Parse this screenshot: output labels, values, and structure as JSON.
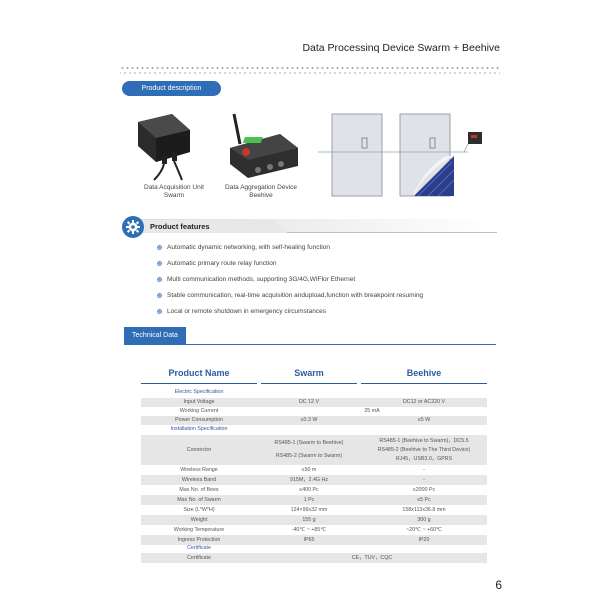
{
  "header": {
    "title": "Data Processinq Device   Swarm + Beehive"
  },
  "description": {
    "label": "Product description",
    "swarm_caption": [
      "Data Acquisition Unit",
      "Swarm"
    ],
    "beehive_caption": [
      "Data Aggregation Device",
      "Beehive"
    ]
  },
  "features": {
    "label": "Product features",
    "items": [
      "Automatic dynamic networking, with self-healing function",
      "Automatic primary route relay function",
      "Multi communication methods, supporting 3G/4G,WIFlor Ethernet",
      "Stable communication, real-time acquisition andupload,function with breakpoint resuming",
      "Local or remote shutdown in emergency circumstances"
    ]
  },
  "tech": {
    "label": "Technical Data",
    "headers": [
      "Product Name",
      "Swarm",
      "Beehive"
    ],
    "section_electric": "Electric Specification",
    "section_install": "Installation Specification",
    "section_cert": "Certificate",
    "rows_electric": [
      {
        "name": "Input Voltage",
        "swarm": [
          "DC 12 V"
        ],
        "beehive": [
          "DC12 or AC220 V"
        ]
      },
      {
        "name": "Working Current",
        "merged": "25 mA"
      },
      {
        "name": "Power Consumption",
        "swarm": [
          "≤0.3 W"
        ],
        "beehive": [
          "≤5 W"
        ]
      }
    ],
    "rows_install": [
      {
        "name": "Connector",
        "swarm": [
          "RS485-1 (Swarm to Beehive)",
          "RS485-2 (Swarm to Swarm)"
        ],
        "beehive": [
          "RS485-1 (Beehive to Swarm)，DC5.5",
          "RS485-2 (Beehive to The Third Device)",
          "RJ45，USB3.0，GPRS"
        ]
      },
      {
        "name": "Wireless Range",
        "swarm": [
          "≤50 m"
        ],
        "beehive": [
          "-"
        ]
      },
      {
        "name": "Wireless Band",
        "swarm": [
          "915M，2.4G Hz"
        ],
        "beehive": [
          "-"
        ]
      },
      {
        "name": "Max No. of Bees",
        "swarm": [
          "≤400 Pc"
        ],
        "beehive": [
          "≤2000 Pc"
        ]
      },
      {
        "name": "Max No. of Swarm",
        "swarm": [
          "1 Pc"
        ],
        "beehive": [
          "≤5 Pc"
        ]
      },
      {
        "name": "Size (L*W*H)",
        "swarm": [
          "124×99x32 mm"
        ],
        "beehive": [
          "158x113x36.8 mm"
        ]
      },
      {
        "name": "Weight",
        "swarm": [
          "155 g"
        ],
        "beehive": [
          "300 g"
        ]
      },
      {
        "name": "Working Temperature",
        "swarm": [
          "-40℃ ~ +85℃"
        ],
        "beehive": [
          "~20℃ ~ +60℃"
        ]
      },
      {
        "name": "Ingress Protection",
        "swarm": [
          "IP65"
        ],
        "beehive": [
          "IP20"
        ]
      }
    ],
    "rows_cert": [
      {
        "name": "Certificate",
        "merged": "CE，TUV，CQC"
      }
    ]
  },
  "page_number": "6",
  "colors": {
    "accent": "#2f6db6",
    "table_blue": "#2a5d9e",
    "row_shade": "#e6e6e6"
  }
}
